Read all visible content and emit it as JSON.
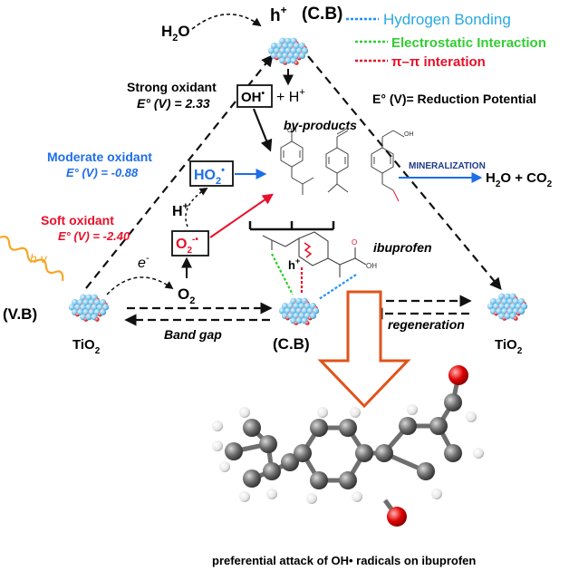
{
  "colors": {
    "hydrogen_bonding": "#1e90ff",
    "electrostatic": "#33cc33",
    "pi_pi": "#e8102a",
    "moderate": "#1e6ee8",
    "soft": "#e8102a",
    "arrow_big": "#e0531a",
    "mineral": "#1e6ee8",
    "wave": "#f5a623"
  },
  "legend": {
    "hydrogen_bonding": "Hydrogen Bonding",
    "electrostatic": "Electrostatic Interaction",
    "pi_pi": "π–π interation"
  },
  "labels": {
    "top_h": "h",
    "top_h_sup": "+",
    "top_cb": "(C.B)",
    "h2o_left_main": "H",
    "h2o_left_sub": "2",
    "h2o_left_end": "O",
    "strong_title": "Strong oxidant",
    "strong_e": "E° (V) = 2.33",
    "oh_radical": "OH",
    "oh_dot": "•",
    "plus_h": "+ H",
    "plus_h_sup": "+",
    "reduction_potential": "E° (V)= Reduction Potential",
    "byproducts": "by-products",
    "moderate_title": "Moderate oxidant",
    "moderate_e": "E° (V) = -0.88",
    "ho2_main": "HO",
    "ho2_sub": "2",
    "ho2_dot": "•",
    "mineralization": "MINERALIZATION",
    "products_h2o": "H",
    "products_h2o_sub": "2",
    "products_rest": "O + CO",
    "products_co2_sub": "2",
    "hplus": "H",
    "hplus_sup": "+",
    "soft_title": "Soft oxidant",
    "soft_e": "E° (V) = -2.40",
    "hv": "h ν",
    "electron": "e",
    "electron_sup": "-",
    "o2_radical": "O",
    "o2_radical_sub": "2",
    "o2_radical_sup": "-•",
    "o2": "O",
    "o2_sub": "2",
    "ibuprofen": "ibuprofen",
    "hplus_center": "h",
    "hplus_center_sup": "+",
    "vb": "(V.B)",
    "tio2_left": "TiO",
    "tio2_left_sub": "2",
    "band_gap": "Band gap",
    "cb_center": "(C.B)",
    "regeneration": "regeneration",
    "tio2_right": "TiO",
    "tio2_right_sub": "2",
    "caption": "preferential attack of OH• radicals on ibuprofen"
  }
}
